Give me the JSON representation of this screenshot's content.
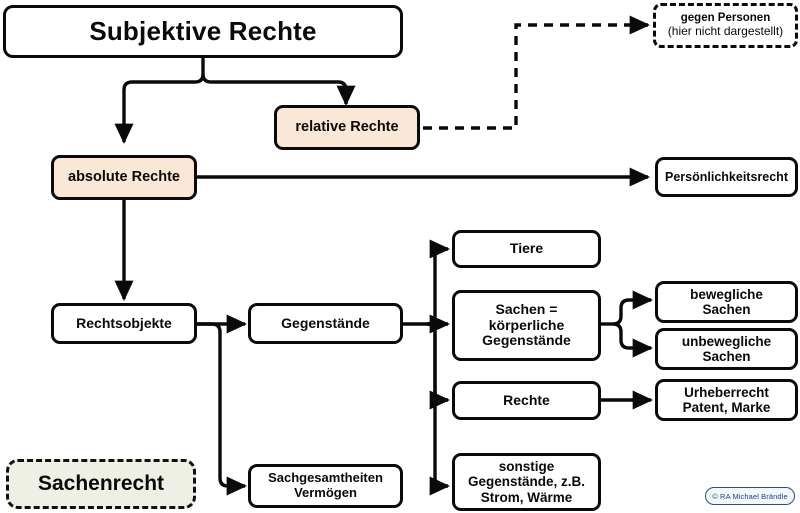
{
  "diagram": {
    "title_box": {
      "label": "Subjektive Rechte"
    },
    "nodes": [
      {
        "id": "relative",
        "label": "relative Rechte"
      },
      {
        "id": "gegen",
        "line1": "gegen Personen",
        "line2": "(hier nicht dargestellt)"
      },
      {
        "id": "absolute",
        "label": "absolute Rechte"
      },
      {
        "id": "persoenlich",
        "label": "Persönlichkeitsrecht"
      },
      {
        "id": "rechtsobj",
        "label": "Rechtsobjekte"
      },
      {
        "id": "gegenst",
        "label": "Gegenstände"
      },
      {
        "id": "tiere",
        "label": "Tiere"
      },
      {
        "id": "sachen",
        "label": "Sachen =\nkörperliche\nGegenstände"
      },
      {
        "id": "beweglich",
        "label": "bewegliche\nSachen"
      },
      {
        "id": "unbeweglich",
        "label": "unbewegliche\nSachen"
      },
      {
        "id": "rechte",
        "label": "Rechte"
      },
      {
        "id": "urheber",
        "label": "Urheberrecht\nPatent, Marke"
      },
      {
        "id": "sonstige",
        "label": "sonstige\nGegenstände, z.B.\nStrom, Wärme"
      },
      {
        "id": "sachgesamt",
        "label": "Sachgesamtheiten\nVermögen"
      },
      {
        "id": "sachenrecht",
        "label": "Sachenrecht"
      }
    ],
    "credit": {
      "label": "© RA Michael Brändle"
    },
    "colors": {
      "accent_peach": "#fae7d6",
      "accent_green": "#eef0e6",
      "line": "#0a0a0a",
      "credit_blue": "#22407a"
    }
  }
}
